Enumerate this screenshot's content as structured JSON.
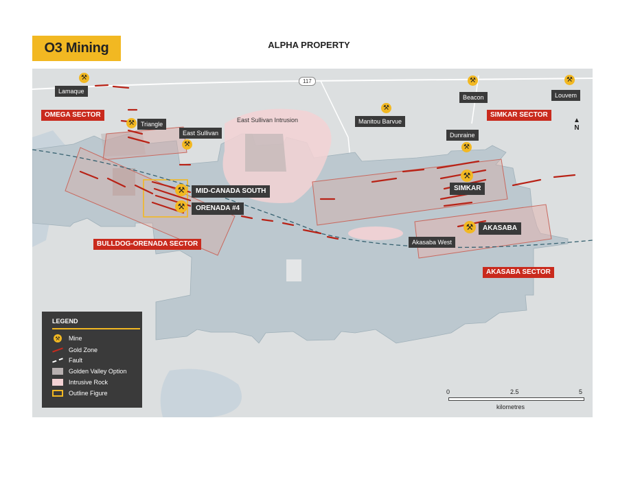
{
  "header": {
    "logo_text": "O3 Mining",
    "title": "ALPHA PROPERTY"
  },
  "colors": {
    "brand_yellow": "#f2b822",
    "sector_red": "#c92a1d",
    "label_dark": "#3a3a3a",
    "property_blue": "#bcc8cf",
    "intrusive_pink": "#f3d2d4",
    "golden_valley": "#b8b0b0",
    "gold_zone": "#b82216"
  },
  "map": {
    "road": "117",
    "north": "N",
    "intrusion_label": "East Sullivan Intrusion",
    "mines": [
      {
        "name": "Lamaque"
      },
      {
        "name": "Triangle"
      },
      {
        "name": "East Sullivan"
      },
      {
        "name": "Manitou Barvue"
      },
      {
        "name": "Beacon"
      },
      {
        "name": "Louvem"
      },
      {
        "name": "Dunraine"
      },
      {
        "name": "SIMKAR"
      },
      {
        "name": "MID-CANADA SOUTH"
      },
      {
        "name": "ORENADA #4"
      },
      {
        "name": "AKASABA"
      },
      {
        "name": "Akasaba West"
      }
    ],
    "sectors": [
      {
        "name": "OMEGA SECTOR"
      },
      {
        "name": "SIMKAR SECTOR"
      },
      {
        "name": "BULLDOG-ORENADA SECTOR"
      },
      {
        "name": "AKASABA SECTOR"
      }
    ]
  },
  "legend": {
    "title": "LEGEND",
    "items": [
      {
        "label": "Mine",
        "icon": "mine-icon"
      },
      {
        "label": "Gold Zone",
        "icon": "gold-zone-line"
      },
      {
        "label": "Fault",
        "icon": "fault-line"
      },
      {
        "label": "Golden Valley Option",
        "icon": "golden-valley-swatch"
      },
      {
        "label": "Intrusive Rock",
        "icon": "intrusive-rock-swatch"
      },
      {
        "label": "Outline Figure",
        "icon": "outline-figure-swatch"
      }
    ]
  },
  "scale": {
    "ticks": [
      "0",
      "2.5",
      "5"
    ],
    "unit": "kilometres"
  }
}
